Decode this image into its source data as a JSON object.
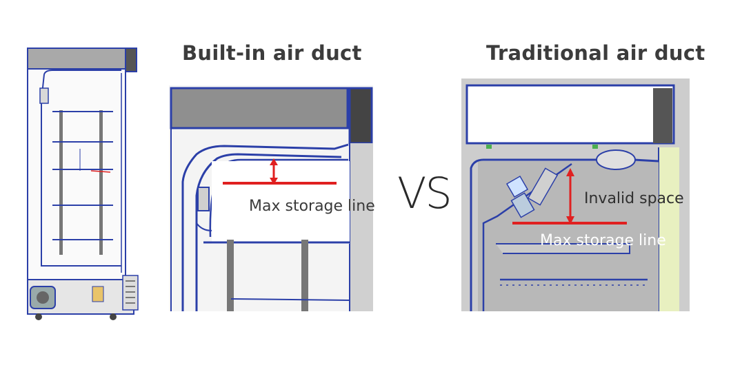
{
  "titles": {
    "left": "Built-in air duct",
    "right": "Traditional air duct"
  },
  "labels": {
    "max_storage_left": "Max storage line",
    "vs": "VS",
    "invalid_space": "Invalid space",
    "max_storage_right": "Max storage line"
  },
  "colors": {
    "outline_blue": "#2b3fa8",
    "marker_red": "#e02020",
    "header_gray": "#8f8f8f",
    "panel_gray": "#cfcfcf"
  }
}
